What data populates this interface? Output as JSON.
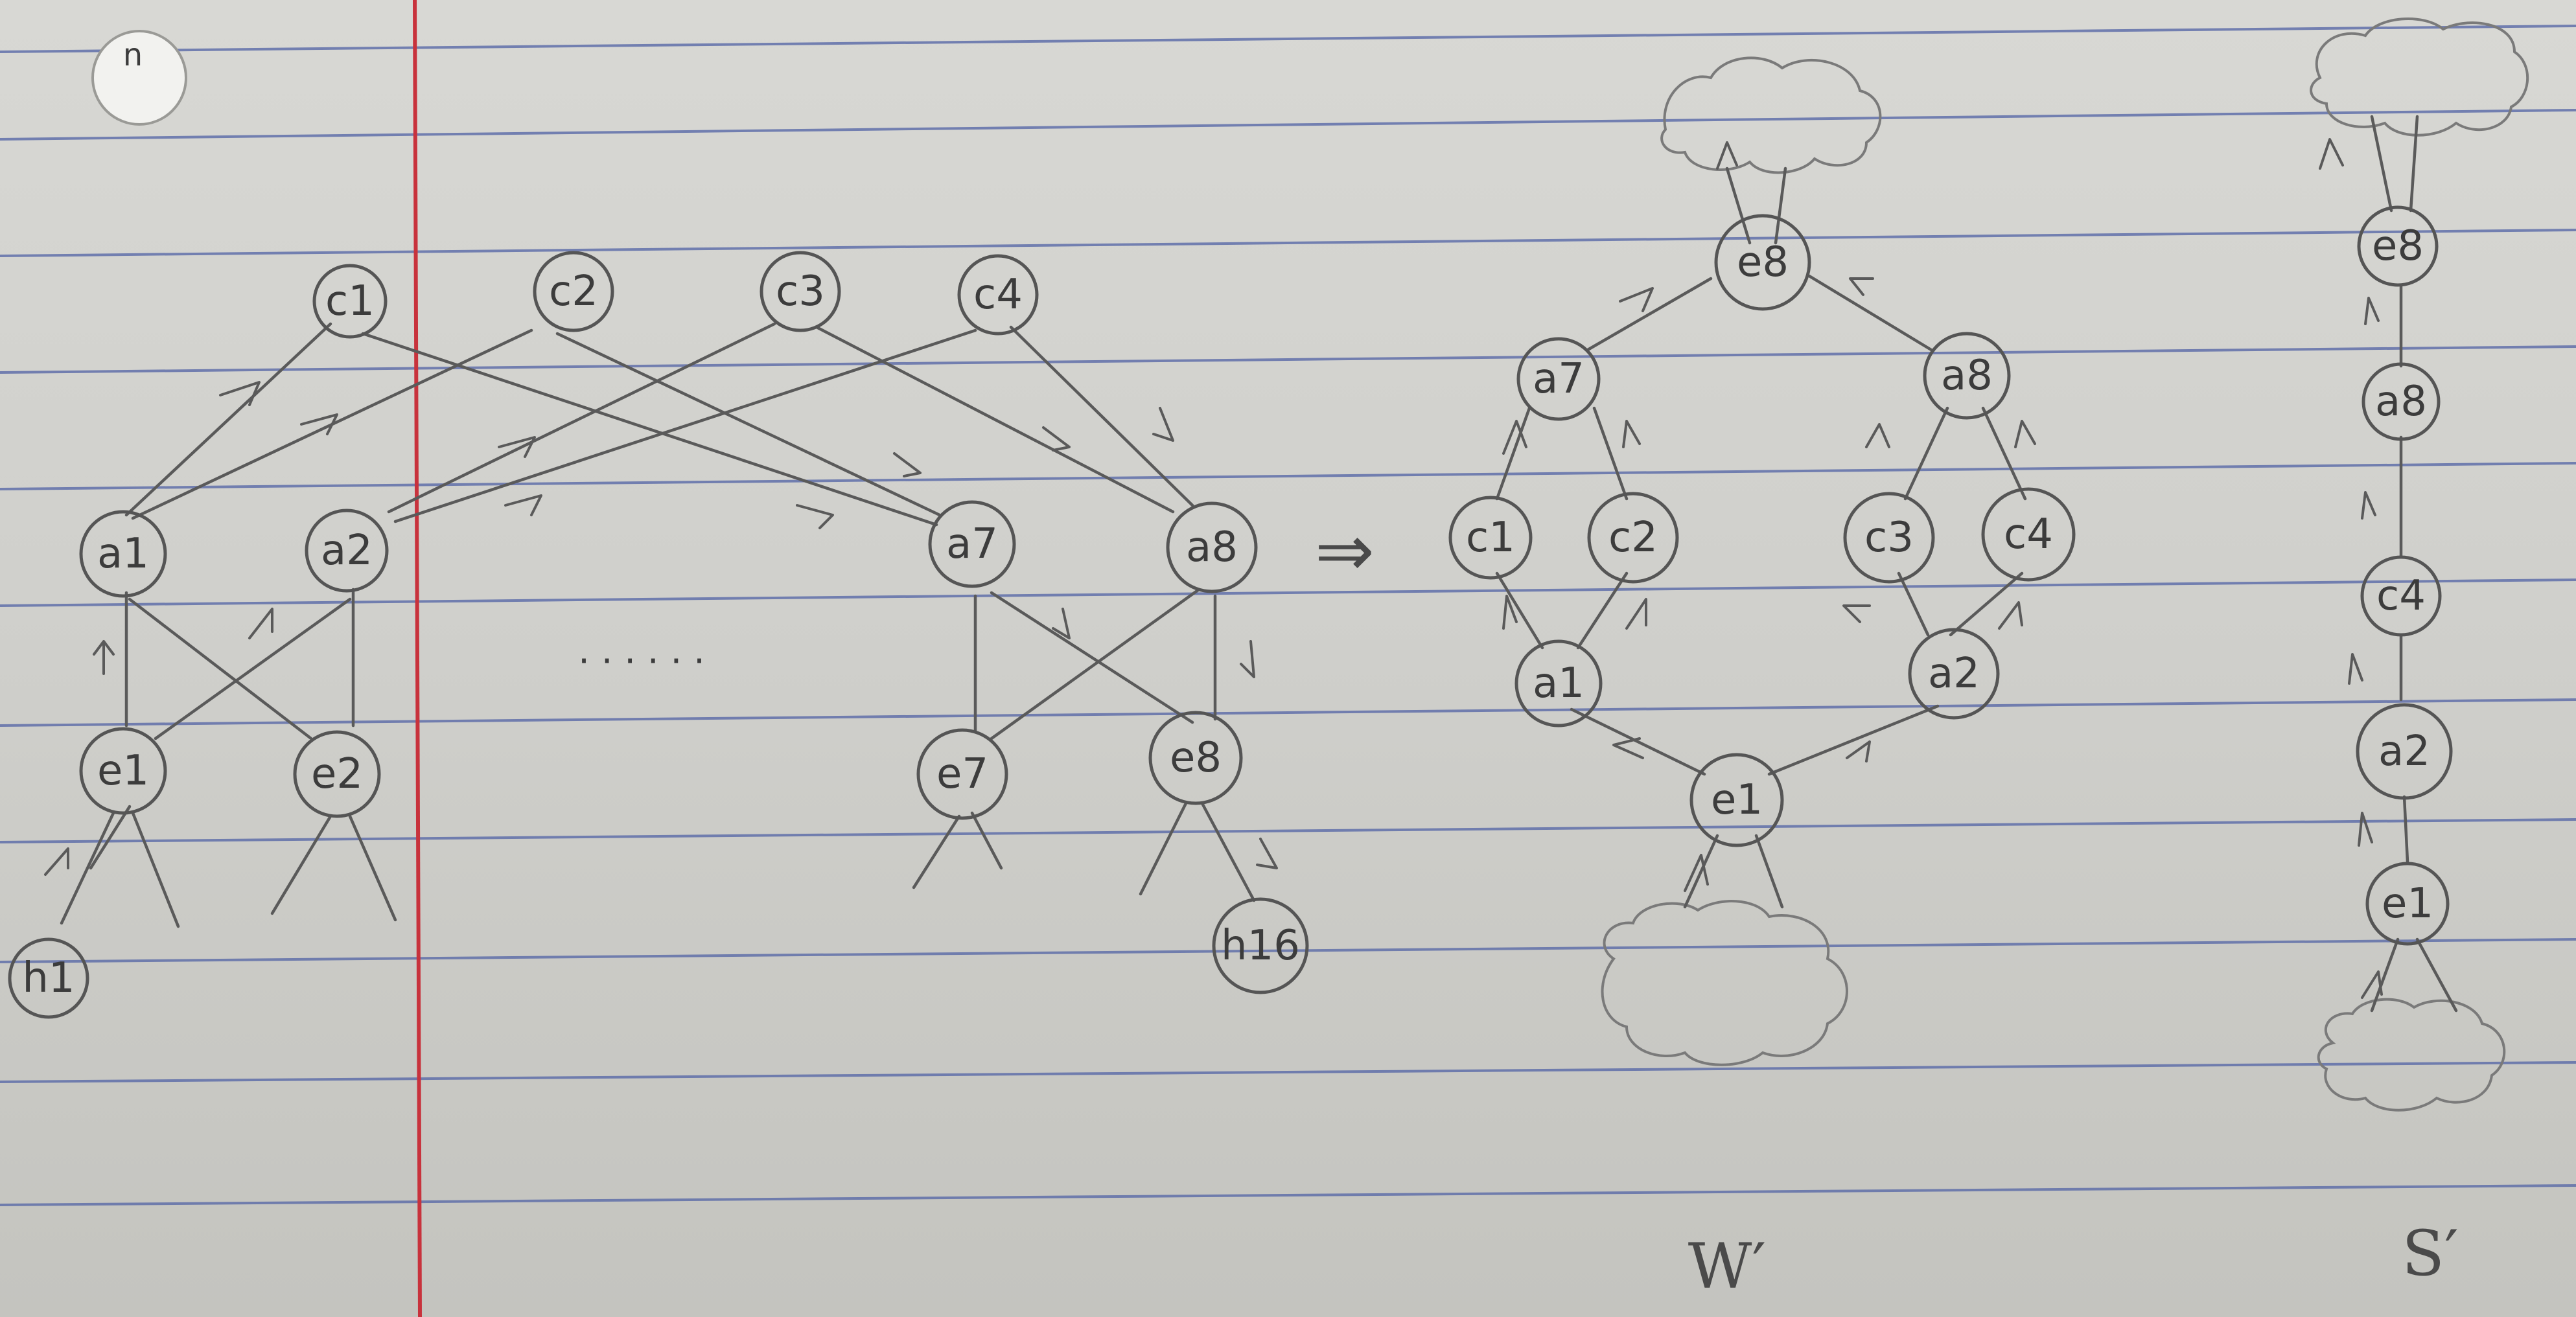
{
  "page": {
    "corner_mark": "n"
  },
  "left_graph": {
    "nodes": [
      {
        "id": "c1",
        "label": "c1"
      },
      {
        "id": "c2",
        "label": "c2"
      },
      {
        "id": "c3",
        "label": "c3"
      },
      {
        "id": "c4",
        "label": "c4"
      },
      {
        "id": "a1",
        "label": "a1"
      },
      {
        "id": "a2",
        "label": "a2"
      },
      {
        "id": "a7",
        "label": "a7"
      },
      {
        "id": "a8",
        "label": "a8"
      },
      {
        "id": "e1",
        "label": "e1"
      },
      {
        "id": "e2",
        "label": "e2"
      },
      {
        "id": "e7",
        "label": "e7"
      },
      {
        "id": "e8",
        "label": "e8"
      },
      {
        "id": "h1",
        "label": "h1"
      },
      {
        "id": "h16",
        "label": "h16"
      }
    ],
    "ellipsis": ". . . . . ."
  },
  "implies_symbol": "⇒",
  "w_graph": {
    "caption": "W′",
    "nodes": [
      {
        "id": "e8",
        "label": "e8"
      },
      {
        "id": "a7",
        "label": "a7"
      },
      {
        "id": "a8",
        "label": "a8"
      },
      {
        "id": "c1",
        "label": "c1"
      },
      {
        "id": "c2",
        "label": "c2"
      },
      {
        "id": "c3",
        "label": "c3"
      },
      {
        "id": "c4",
        "label": "c4"
      },
      {
        "id": "a1",
        "label": "a1"
      },
      {
        "id": "a2",
        "label": "a2"
      },
      {
        "id": "e1",
        "label": "e1"
      }
    ]
  },
  "s_graph": {
    "caption": "S′",
    "nodes": [
      {
        "id": "e8",
        "label": "e8"
      },
      {
        "id": "a8",
        "label": "a8"
      },
      {
        "id": "c4",
        "label": "c4"
      },
      {
        "id": "a2",
        "label": "a2"
      },
      {
        "id": "e1",
        "label": "e1"
      }
    ]
  },
  "colors": {
    "ink": "#555555",
    "rule": "#5a6aa8",
    "margin": "#c8323c"
  }
}
